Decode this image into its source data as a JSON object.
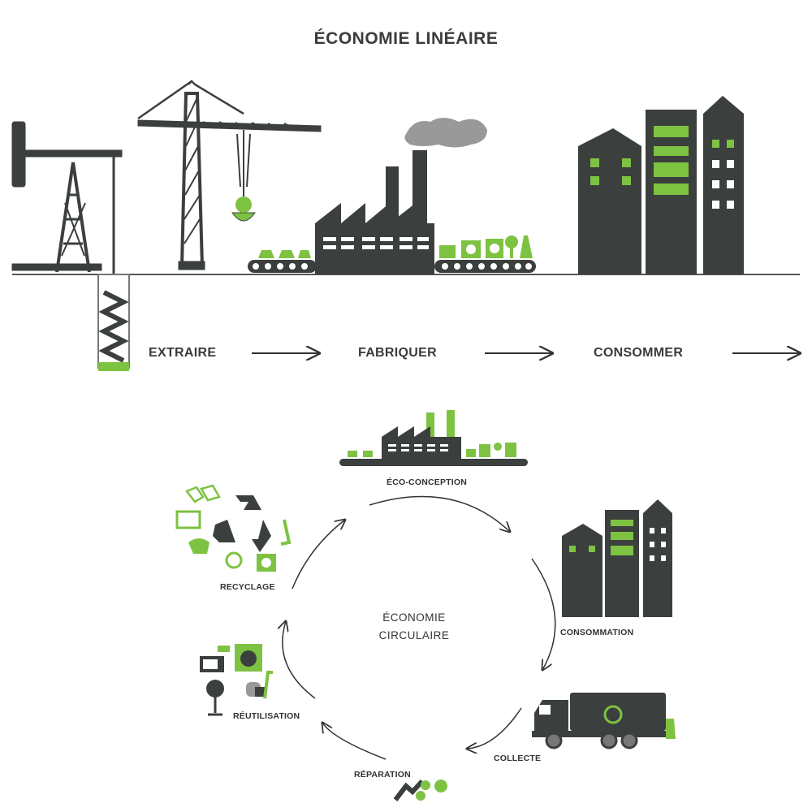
{
  "title": "ÉCONOMIE LINÉAIRE",
  "linear_steps": [
    "EXTRAIRE",
    "FABRIQUER",
    "CONSOMMER"
  ],
  "circular": {
    "center_line1": "ÉCONOMIE",
    "center_line2": "CIRCULAIRE",
    "stages": [
      "ÉCO-CONCEPTION",
      "CONSOMMATION",
      "COLLECTE",
      "RÉPARATION",
      "RÉUTILISATION",
      "RECYCLAGE"
    ]
  },
  "colors": {
    "dark": "#3b3f3e",
    "green": "#7ec242",
    "line": "#444444"
  }
}
